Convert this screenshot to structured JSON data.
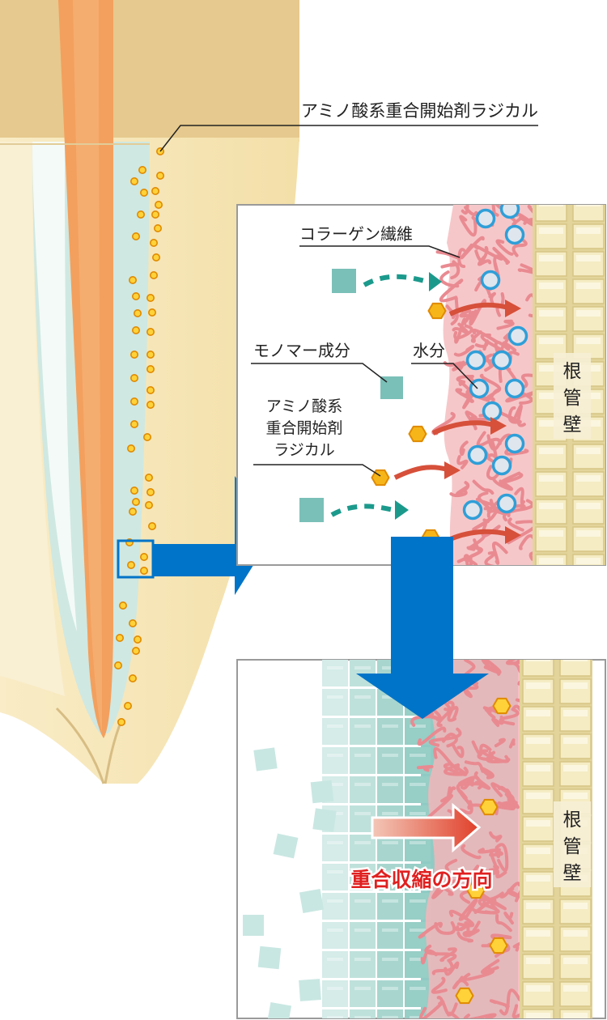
{
  "labels": {
    "radical_top": "アミノ酸系重合開始剤ラジカル",
    "collagen": "コラーゲン繊維",
    "monomer": "モノマー成分",
    "water": "水分",
    "radical_mid_line1": "アミノ酸系",
    "radical_mid_line2": "重合開始剤",
    "radical_mid_line3": "ラジカル",
    "wall_panel1": [
      "根",
      "管",
      "壁"
    ],
    "wall_panel2": [
      "根",
      "管",
      "壁"
    ],
    "shrink": "重合収縮の方向"
  },
  "colors": {
    "gutta_percha": "#f3a05e",
    "dentin": "#f6e6b8",
    "sealer": "#cfe8e2",
    "radical": "#f6b61a",
    "radical_edge": "#e08a00",
    "collagen": "#ee9aa0",
    "water_ring": "#2f9fd8",
    "monomer": "#7ac0b8",
    "arrow_teal": "#1b9a8c",
    "arrow_red": "#d6503a",
    "big_arrow": "#0074c8",
    "shrink_text": "#e02020"
  },
  "icons": {
    "radical": "hexagon-icon",
    "monomer": "square-icon",
    "water": "circle-icon",
    "big_arrow": "arrow-right-icon"
  }
}
